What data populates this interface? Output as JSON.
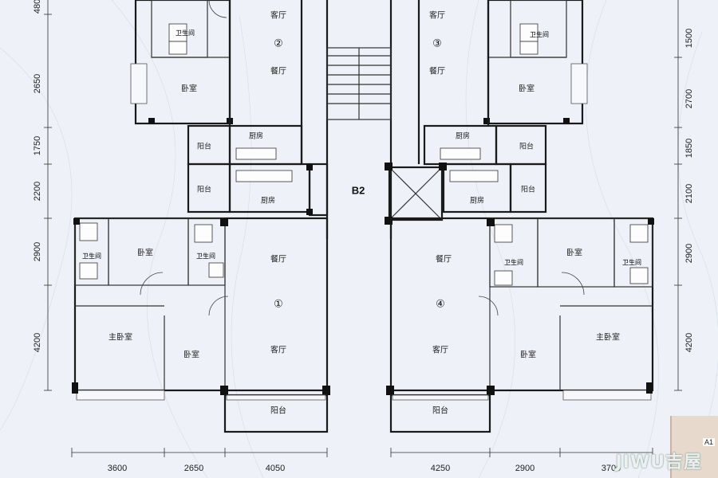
{
  "core": {
    "label": "B2"
  },
  "units": [
    {
      "id": "unit-1",
      "number": "①"
    },
    {
      "id": "unit-2",
      "number": "②"
    },
    {
      "id": "unit-3",
      "number": "③"
    },
    {
      "id": "unit-4",
      "number": "④"
    }
  ],
  "rooms": {
    "living": "客厅",
    "dining": "餐厅",
    "bedroom": "卧室",
    "master_bedroom": "主卧室",
    "kitchen": "厨房",
    "balcony": "阳台",
    "bathroom": "卫生间"
  },
  "dimensions": {
    "left": [
      "480",
      "2650",
      "1750",
      "2200",
      "2900",
      "4200"
    ],
    "right": [
      "1500",
      "2700",
      "1850",
      "2100",
      "2900",
      "4200"
    ],
    "bottom": [
      "3600",
      "2650",
      "4050",
      "4250",
      "2900",
      "3700"
    ]
  },
  "watermark": "JIWU吉屋",
  "site_map_label": "A1"
}
